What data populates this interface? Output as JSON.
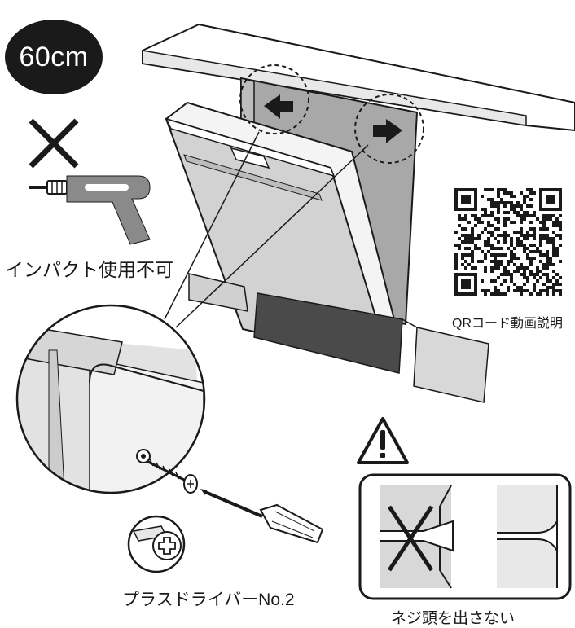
{
  "badge": {
    "label": "60cm"
  },
  "labels": {
    "no_impact_tool": "インパクト使用不可",
    "qr_video": "QRコード動画説明",
    "screwdriver_size": "プラスドライバーNo.2",
    "no_protruding_screw": "ネジ頭を出さない"
  },
  "icons": [
    "prohibited-x-icon",
    "impact-drill-icon",
    "arrow-left-icon",
    "arrow-right-icon",
    "warning-triangle-icon",
    "qr-code-icon",
    "phillips-head-icon",
    "screwdriver-icon",
    "screw-icon"
  ],
  "colors": {
    "ink": "#1a1a1a",
    "panel_gray": "#a8a8a8",
    "door_gray": "#d2d2d2",
    "kick_plate": "#4a4a4a",
    "white": "#ffffff"
  }
}
